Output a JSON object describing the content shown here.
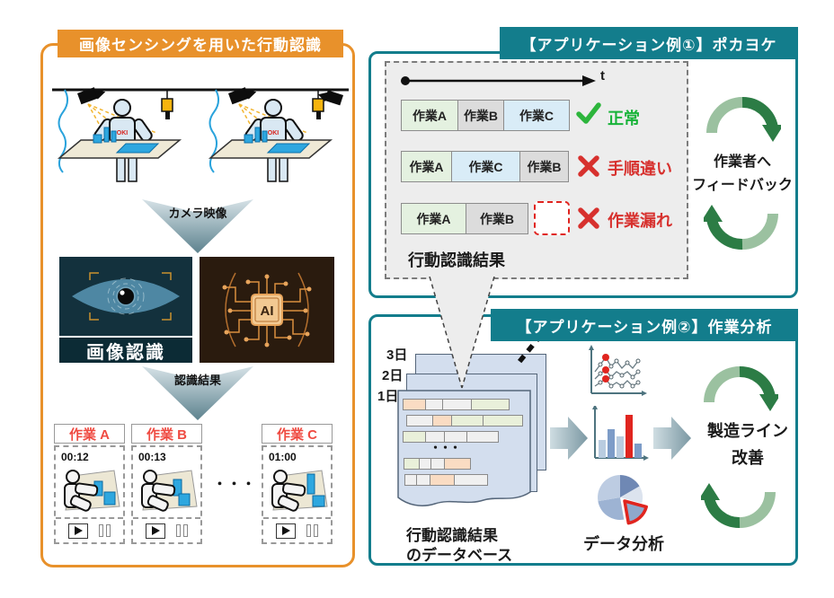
{
  "left_panel": {
    "title": "画像センシングを用いた行動認識",
    "worker_brand": "OKI",
    "camera_arrow_label": "カメラ映像",
    "image_recognition_caption": "画像認識",
    "ai_chip_label": "AI",
    "result_arrow_label": "認識結果",
    "ellipsis": "・・・",
    "videos": [
      {
        "label": "作業 A",
        "timestamp": "00:12"
      },
      {
        "label": "作業 B",
        "timestamp": "00:13"
      },
      {
        "label": "作業 C",
        "timestamp": "01:00"
      }
    ]
  },
  "app1": {
    "title": "【アプリケーション例①】ポカヨケ",
    "time_axis_label": "t",
    "rows": [
      {
        "seg1": "作業A",
        "seg2": "作業B",
        "seg3": "作業C",
        "verdict": "正常",
        "status": "ok"
      },
      {
        "seg1": "作業A",
        "seg2": "作業C",
        "seg3": "作業B",
        "verdict": "手順違い",
        "status": "ng"
      },
      {
        "seg1": "作業A",
        "seg2": "作業B",
        "seg3": "",
        "verdict": "作業漏れ",
        "status": "ng"
      }
    ],
    "result_label": "行動認識結果",
    "feedback_label_line1": "作業者へ",
    "feedback_label_line2": "フィードバック"
  },
  "app2": {
    "title": "【アプリケーション例②】作業分析",
    "day_labels": [
      "3日",
      "2日",
      "1日"
    ],
    "db_ellipsis": "・・・",
    "database_label_line1": "行動認識結果",
    "database_label_line2": "のデータベース",
    "analysis_label": "データ分析",
    "improvement_label_line1": "製造ライン",
    "improvement_label_line2": "改善"
  },
  "colors": {
    "orange": "#e8912b",
    "teal": "#137d8c",
    "ok_green": "#17b338",
    "ng_red": "#d7312e",
    "work_a_bg": "#e4f1e0",
    "work_b_bg": "#dcdcdc",
    "work_c_bg": "#d9ecf7",
    "cycle_arrow_dark_green": "#2c7c45",
    "cycle_arrow_light_green": "#9bc1a0"
  }
}
